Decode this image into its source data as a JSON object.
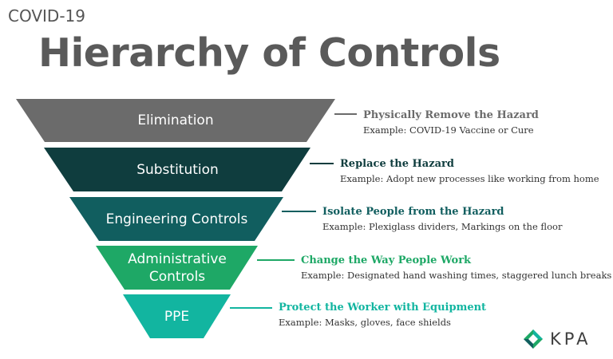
{
  "header": {
    "eyebrow": "COVID-19",
    "title": "Hierarchy of Controls"
  },
  "tiers": [
    {
      "label": "Elimination",
      "color": "#6b6b6b",
      "heading": "Physically Remove the Hazard",
      "heading_color": "#6b6b6b",
      "example": "Example: COVID-19 Vaccine or Cure"
    },
    {
      "label": "Substitution",
      "color": "#0f3d3e",
      "heading": "Replace the Hazard",
      "heading_color": "#0f3d3e",
      "example": "Example: Adopt new processes like working from home"
    },
    {
      "label": "Engineering Controls",
      "color": "#115e5f",
      "heading": "Isolate People from the Hazard",
      "heading_color": "#115e5f",
      "example": "Example: Plexiglass dividers, Markings on the floor"
    },
    {
      "label": "Administrative\nControls",
      "color": "#1ea866",
      "heading": "Change the Way People Work",
      "heading_color": "#1ea866",
      "example": "Example: Designated hand washing times, staggered lunch breaks"
    },
    {
      "label": "PPE",
      "color": "#12b5a0",
      "heading": "Protect the Worker with Equipment",
      "heading_color": "#12b5a0",
      "example": "Example: Masks, gloves, face shields"
    }
  ],
  "logo": {
    "icon": "kpa-diamond-logo",
    "text": "KPA"
  }
}
